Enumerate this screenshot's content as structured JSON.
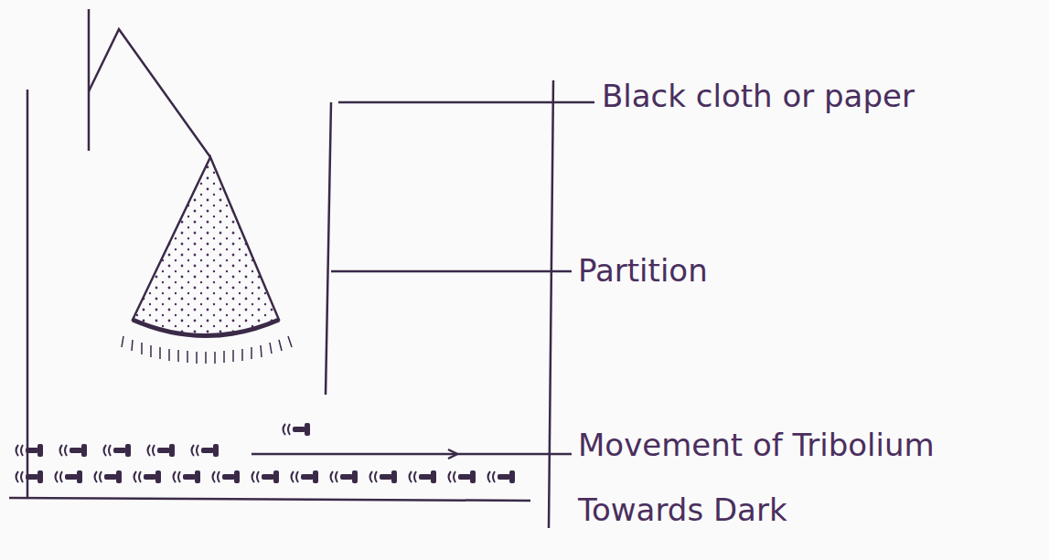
{
  "diagram": {
    "labels": [
      "Black cloth or paper",
      "Partition",
      "Movement of Tribolium Towards Dark"
    ]
  }
}
